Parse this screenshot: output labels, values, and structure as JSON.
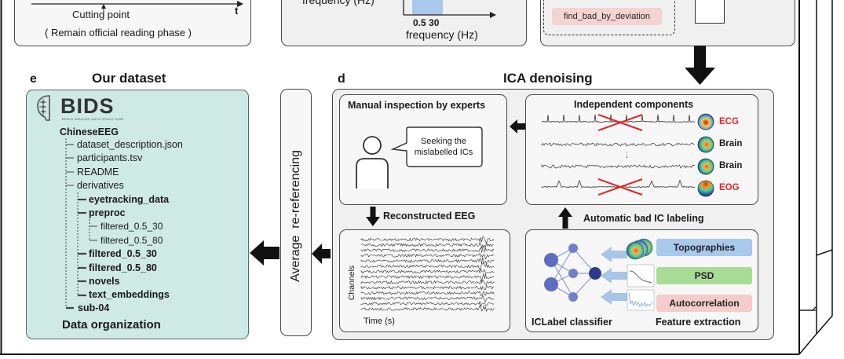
{
  "top": {
    "cutting_point": "Cutting point",
    "remain_phase": "( Remain official reading phase )",
    "t_axis": "t",
    "frequency_top": "frequency (Hz)",
    "ticks": "0.5 30",
    "frequency_label": "frequency (Hz)",
    "find_bad": "find_bad_by_deviation"
  },
  "panel_e": {
    "letter": "e",
    "title": "Our dataset",
    "bids_logo": "BIDS",
    "bids_sub": "BRAIN IMAGING DATA STRUCTURE",
    "footer": "Data organization",
    "tree": [
      {
        "text": "ChineseEEG",
        "bold": true
      },
      {
        "text": "dataset_description.json",
        "bold": false
      },
      {
        "text": "participants.tsv",
        "bold": false
      },
      {
        "text": "README",
        "bold": false
      },
      {
        "text": "derivatives",
        "bold": false
      },
      {
        "text": "eyetracking_data",
        "bold": true
      },
      {
        "text": "preproc",
        "bold": true
      },
      {
        "text": "filtered_0.5_30",
        "bold": false
      },
      {
        "text": "filtered_0.5_80",
        "bold": false
      },
      {
        "text": "filtered_0.5_30",
        "bold": true
      },
      {
        "text": "filtered_0.5_80",
        "bold": true
      },
      {
        "text": "novels",
        "bold": true
      },
      {
        "text": "text_embeddings",
        "bold": true
      },
      {
        "text": "sub-04",
        "bold": true
      }
    ]
  },
  "rereferencing": "Average  re-referencing",
  "panel_d": {
    "letter": "d",
    "title": "ICA denoising",
    "manual": "Manual inspection by experts",
    "bubble": "Seeking the mislabelled ICs",
    "independent": "Independent components",
    "components": [
      "ECG",
      "Brain",
      "Brain",
      "EOG"
    ],
    "reconstructed": "Reconstructed EEG",
    "automatic": "Automatic bad IC labeling",
    "channels": "Channels",
    "time": "Time (s)",
    "features": [
      "Topographies",
      "PSD",
      "Autocorrelation"
    ],
    "iclabel": "ICLabel classifier",
    "feature_extraction": "Feature extraction"
  },
  "colors": {
    "teal": "#cfe9e4",
    "red": "#e0262b",
    "topo_blue": "#a8c8ec",
    "psd_green": "#a9dc97",
    "auto_pink": "#f4cccc",
    "find_bad_pink": "#f6d3d3"
  }
}
